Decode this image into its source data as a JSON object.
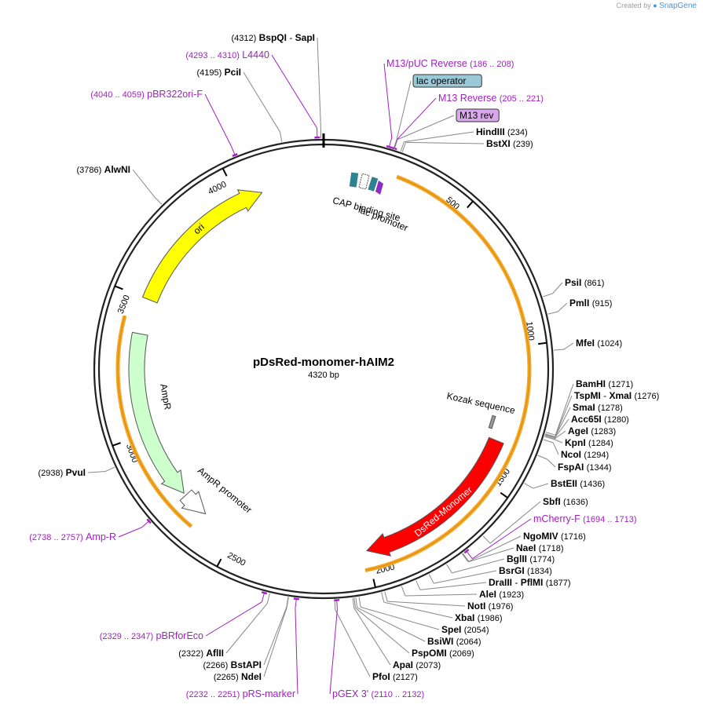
{
  "credit": {
    "prefix": "Created by",
    "brand": "SnapGene"
  },
  "plasmid": {
    "name": "pDsRed-monomer-hAIM2",
    "size_label": "4320 bp",
    "length": 4320
  },
  "colors": {
    "primer": "#a020c0",
    "feature_orange": "#f5a623",
    "ori": "#ffff00",
    "ampr": "#ccffcc",
    "dsred": "#ff0000",
    "lac_operator": "#99c9d6",
    "m13rev": "#d9a8ec",
    "cap": "#2d8190",
    "lacprom": "#2d8190"
  },
  "ticks": [
    {
      "pos": 500,
      "label": "500"
    },
    {
      "pos": 1000,
      "label": "1000"
    },
    {
      "pos": 1500,
      "label": "1500"
    },
    {
      "pos": 2000,
      "label": "2000"
    },
    {
      "pos": 2500,
      "label": "2500"
    },
    {
      "pos": 3000,
      "label": "3000"
    },
    {
      "pos": 3500,
      "label": "3500"
    },
    {
      "pos": 4000,
      "label": "4000"
    }
  ],
  "labels": [
    {
      "id": "bspqi",
      "kind": "enzyme",
      "pos": "(4312)",
      "name": "BspQI",
      "name2": "SapI",
      "bp": 4312,
      "ring": 0
    },
    {
      "id": "l4440",
      "kind": "primer",
      "pos": "(4293 .. 4310)",
      "name": "L4440",
      "bp": 4301,
      "ring": 0
    },
    {
      "id": "pcii",
      "kind": "enzyme",
      "pos": "(4195)",
      "name": "PciI",
      "bp": 4195,
      "ring": 0
    },
    {
      "id": "pbr322ori",
      "kind": "primer",
      "pos": "(4040 .. 4059)",
      "name": "pBR322ori-F",
      "bp": 4050,
      "ring": 0
    },
    {
      "id": "alwni",
      "kind": "enzyme",
      "pos": "(3786)",
      "name": "AlwNI",
      "bp": 3786,
      "ring": 0
    },
    {
      "id": "m13puc",
      "kind": "primer",
      "name": "M13/pUC Reverse",
      "pos": "(186 .. 208)",
      "bp": 197,
      "ring": 0
    },
    {
      "id": "lacop",
      "kind": "boxed",
      "name": "lac operator",
      "bp": 212,
      "ring": 30
    },
    {
      "id": "m13rev",
      "kind": "primer",
      "name": "M13 Reverse",
      "pos": "(205 .. 221)",
      "bp": 213,
      "ring": 0
    },
    {
      "id": "m13revbox",
      "kind": "boxedpurple",
      "name": "M13 rev",
      "bp": 214,
      "ring": 30
    },
    {
      "id": "hindiii",
      "kind": "enzyme",
      "name": "HindIII",
      "pos": "(234)",
      "bp": 234,
      "ring": 0
    },
    {
      "id": "bstxi",
      "kind": "enzyme",
      "name": "BstXI",
      "pos": "(239)",
      "bp": 239,
      "ring": 0
    },
    {
      "id": "psii",
      "kind": "enzyme",
      "name": "PsiI",
      "pos": "(861)",
      "bp": 861,
      "ring": 0
    },
    {
      "id": "pmli",
      "kind": "enzyme",
      "name": "PmlI",
      "pos": "(915)",
      "bp": 915,
      "ring": 0
    },
    {
      "id": "mfei",
      "kind": "enzyme",
      "name": "MfeI",
      "pos": "(1024)",
      "bp": 1024,
      "ring": 0
    },
    {
      "id": "bamhi",
      "kind": "enzyme",
      "name": "BamHI",
      "pos": "(1271)",
      "bp": 1271,
      "ring": 0
    },
    {
      "id": "tspmi",
      "kind": "enzyme",
      "name": "TspMI",
      "name2": "XmaI",
      "pos": "(1276)",
      "bp": 1276,
      "ring": 0
    },
    {
      "id": "smai",
      "kind": "enzyme",
      "name": "SmaI",
      "pos": "(1278)",
      "bp": 1278,
      "ring": 0
    },
    {
      "id": "acc65i",
      "kind": "enzyme",
      "name": "Acc65I",
      "pos": "(1280)",
      "bp": 1280,
      "ring": 0
    },
    {
      "id": "agei",
      "kind": "enzyme",
      "name": "AgeI",
      "pos": "(1283)",
      "bp": 1283,
      "ring": 0
    },
    {
      "id": "kpni",
      "kind": "enzyme",
      "name": "KpnI",
      "pos": "(1284)",
      "bp": 1284,
      "ring": 0
    },
    {
      "id": "ncoi",
      "kind": "enzyme",
      "name": "NcoI",
      "pos": "(1294)",
      "bp": 1294,
      "ring": 0
    },
    {
      "id": "fspai",
      "kind": "enzyme",
      "name": "FspAI",
      "pos": "(1344)",
      "bp": 1344,
      "ring": 0
    },
    {
      "id": "bsteii",
      "kind": "enzyme",
      "name": "BstEII",
      "pos": "(1436)",
      "bp": 1436,
      "ring": 0
    },
    {
      "id": "sbfi",
      "kind": "enzyme",
      "name": "SbfI",
      "pos": "(1636)",
      "bp": 1636,
      "ring": 0
    },
    {
      "id": "mcherryf",
      "kind": "primer",
      "name": "mCherry-F",
      "pos": "(1694 .. 1713)",
      "bp": 1703,
      "ring": 0
    },
    {
      "id": "ngomiv",
      "kind": "enzyme",
      "name": "NgoMIV",
      "pos": "(1716)",
      "bp": 1716,
      "ring": 0
    },
    {
      "id": "naei",
      "kind": "enzyme",
      "name": "NaeI",
      "pos": "(1718)",
      "bp": 1718,
      "ring": 0
    },
    {
      "id": "bglii",
      "kind": "enzyme",
      "name": "BglII",
      "pos": "(1774)",
      "bp": 1774,
      "ring": 0
    },
    {
      "id": "bsrgi",
      "kind": "enzyme",
      "name": "BsrGI",
      "pos": "(1834)",
      "bp": 1834,
      "ring": 0
    },
    {
      "id": "draiii",
      "kind": "enzyme",
      "name": "DraIII",
      "name2": "PflMI",
      "pos": "(1877)",
      "bp": 1877,
      "ring": 0
    },
    {
      "id": "alei",
      "kind": "enzyme",
      "name": "AleI",
      "pos": "(1923)",
      "bp": 1923,
      "ring": 0
    },
    {
      "id": "noti",
      "kind": "enzyme",
      "name": "NotI",
      "pos": "(1976)",
      "bp": 1976,
      "ring": 0
    },
    {
      "id": "xbai",
      "kind": "enzyme",
      "name": "XbaI",
      "pos": "(1986)",
      "bp": 1986,
      "ring": 0
    },
    {
      "id": "spei",
      "kind": "enzyme",
      "name": "SpeI",
      "pos": "(2054)",
      "bp": 2054,
      "ring": 0
    },
    {
      "id": "bsiwi",
      "kind": "enzyme",
      "name": "BsiWI",
      "pos": "(2064)",
      "bp": 2064,
      "ring": 0
    },
    {
      "id": "pspomi",
      "kind": "enzyme",
      "name": "PspOMI",
      "pos": "(2069)",
      "bp": 2069,
      "ring": 0
    },
    {
      "id": "apai",
      "kind": "enzyme",
      "name": "ApaI",
      "pos": "(2073)",
      "bp": 2073,
      "ring": 0
    },
    {
      "id": "pfoi",
      "kind": "enzyme",
      "name": "PfoI",
      "pos": "(2127)",
      "bp": 2127,
      "ring": 0
    },
    {
      "id": "pgex3",
      "kind": "primer",
      "name": "pGEX 3'",
      "pos": "(2110 .. 2132)",
      "bp": 2121,
      "ring": 0
    },
    {
      "id": "prsmarker",
      "kind": "primer",
      "pos": "(2232 .. 2251)",
      "name": "pRS-marker",
      "bp": 2241,
      "ring": 0
    },
    {
      "id": "ndei",
      "kind": "enzyme",
      "pos": "(2265)",
      "name": "NdeI",
      "bp": 2265,
      "ring": 0
    },
    {
      "id": "bstapi",
      "kind": "enzyme",
      "pos": "(2266)",
      "name": "BstAPI",
      "bp": 2266,
      "ring": 0
    },
    {
      "id": "aflii",
      "kind": "enzyme",
      "pos": "(2322)",
      "name": "AflII",
      "bp": 2322,
      "ring": 0
    },
    {
      "id": "pbrforeco",
      "kind": "primer",
      "pos": "(2329 .. 2347)",
      "name": "pBRforEco",
      "bp": 2338,
      "ring": 0
    },
    {
      "id": "ampr_primer",
      "kind": "primer",
      "pos": "(2738 .. 2757)",
      "name": "Amp-R",
      "bp": 2747,
      "ring": 0
    },
    {
      "id": "pvui",
      "kind": "enzyme",
      "pos": "(2938)",
      "name": "PvuI",
      "bp": 2938,
      "ring": 0
    }
  ],
  "features": {
    "ori": {
      "name": "ori",
      "start": 3500,
      "end": 4089
    },
    "ampr": {
      "name": "AmpR",
      "start": 3370,
      "end": 2740
    },
    "ampr_promoter": {
      "name": "AmpR promoter",
      "start": 2730,
      "end": 2630
    },
    "dsred": {
      "name": "DsRed-Monomer",
      "start": 1350,
      "end": 2000
    },
    "kozak": {
      "name": "Kozak sequence",
      "bp": 1290
    },
    "lac_promoter": {
      "name": "lac promoter"
    },
    "cap": {
      "name": "CAP binding site"
    }
  }
}
